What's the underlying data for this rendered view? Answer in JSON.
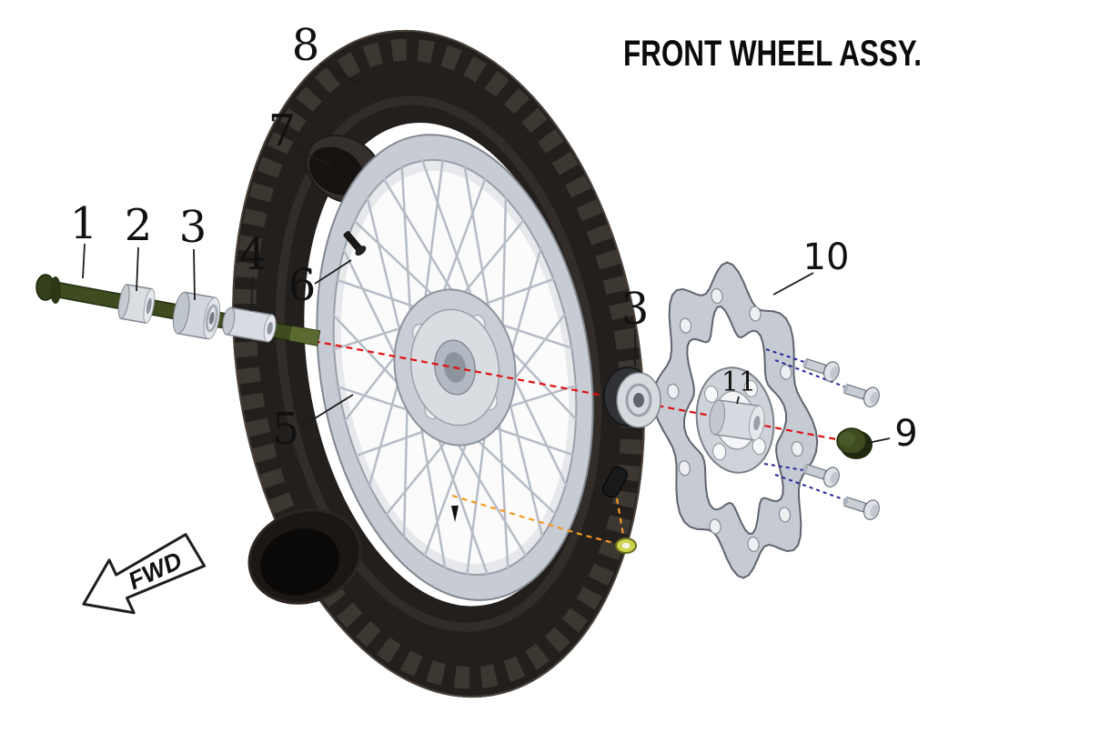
{
  "title": "FRONT WHEEL ASSY.",
  "fwd_label": "FWD",
  "callouts": {
    "c1": "1",
    "c2": "2",
    "c3a": "3",
    "c4": "4",
    "c5": "5",
    "c6": "6",
    "c7": "7",
    "c8": "8",
    "c9": "9",
    "c10": "10",
    "c11": "11",
    "c3b": "3"
  },
  "colors": {
    "tire": "#231f1d",
    "rim": "#c7ccd4",
    "axle_green": "#3e4c20",
    "disc": "#c6cbd3",
    "centerline_red": "#dd1111",
    "bolt_guide_blue": "#26269a",
    "spoke_guide_orange": "#f59a23",
    "washer_yellow": "#ccd24c"
  }
}
